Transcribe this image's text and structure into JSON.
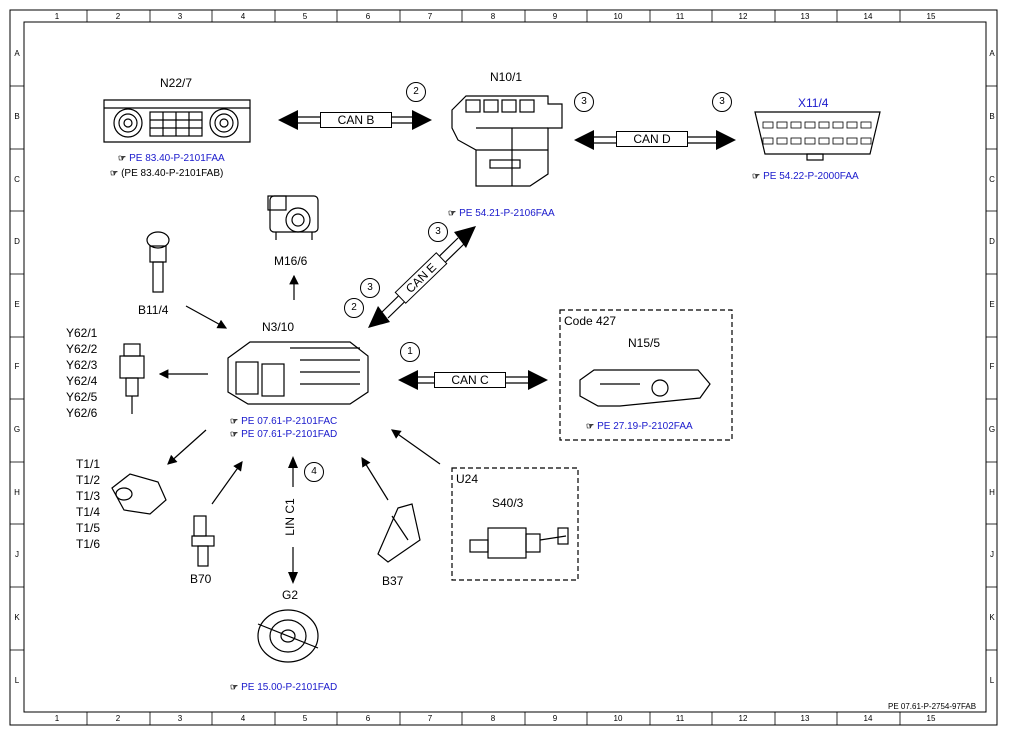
{
  "grid": {
    "columns": [
      "1",
      "2",
      "3",
      "4",
      "5",
      "6",
      "7",
      "8",
      "9",
      "10",
      "11",
      "12",
      "13",
      "14",
      "15"
    ],
    "rows": [
      "A",
      "B",
      "C",
      "D",
      "E",
      "F",
      "G",
      "H",
      "J",
      "K",
      "L"
    ]
  },
  "components": {
    "n22_7": {
      "label": "N22/7",
      "refs": [
        "PE 83.40-P-2101FAA",
        "(PE 83.40-P-2101FAB)"
      ]
    },
    "n10_1": {
      "label": "N10/1",
      "refs": [
        "PE 54.21-P-2106FAA"
      ]
    },
    "x11_4": {
      "label": "X11/4",
      "refs": [
        "PE 54.22-P-2000FAA"
      ]
    },
    "m16_6": {
      "label": "M16/6"
    },
    "b11_4": {
      "label": "B11/4"
    },
    "n3_10": {
      "label": "N3/10",
      "refs": [
        "PE 07.61-P-2101FAC",
        "PE 07.61-P-2101FAD"
      ]
    },
    "y62": {
      "labels": [
        "Y62/1",
        "Y62/2",
        "Y62/3",
        "Y62/4",
        "Y62/5",
        "Y62/6"
      ]
    },
    "t1": {
      "labels": [
        "T1/1",
        "T1/2",
        "T1/3",
        "T1/4",
        "T1/5",
        "T1/6"
      ]
    },
    "b70": {
      "label": "B70"
    },
    "g2": {
      "label": "G2",
      "refs": [
        "PE 15.00-P-2101FAD"
      ]
    },
    "b37": {
      "label": "B37"
    },
    "n15_5": {
      "label": "N15/5",
      "group": "Code 427",
      "refs": [
        "PE 27.19-P-2102FAA"
      ]
    },
    "s40_3": {
      "label": "S40/3",
      "group": "U24"
    }
  },
  "buses": {
    "can_b": {
      "label": "CAN B",
      "number": "2"
    },
    "can_d": {
      "label": "CAN D",
      "number": "3"
    },
    "can_e": {
      "label": "CAN E",
      "number": "3"
    },
    "can_c": {
      "label": "CAN C",
      "number": "1"
    },
    "lin_c1": {
      "label": "LIN C1",
      "number": "4"
    }
  },
  "circle_numbers": {
    "n10_can_d": "3",
    "x11_can_d": "3",
    "n3_can_e_2": "2",
    "n3_can_e_3": "3"
  },
  "footer": {
    "code": "PE 07.61-P-2754-97FAB"
  },
  "ref_icon": "pointing-hand-icon",
  "colors": {
    "ref_text": "#1a1acc",
    "x11_label": "#1a1acc"
  }
}
